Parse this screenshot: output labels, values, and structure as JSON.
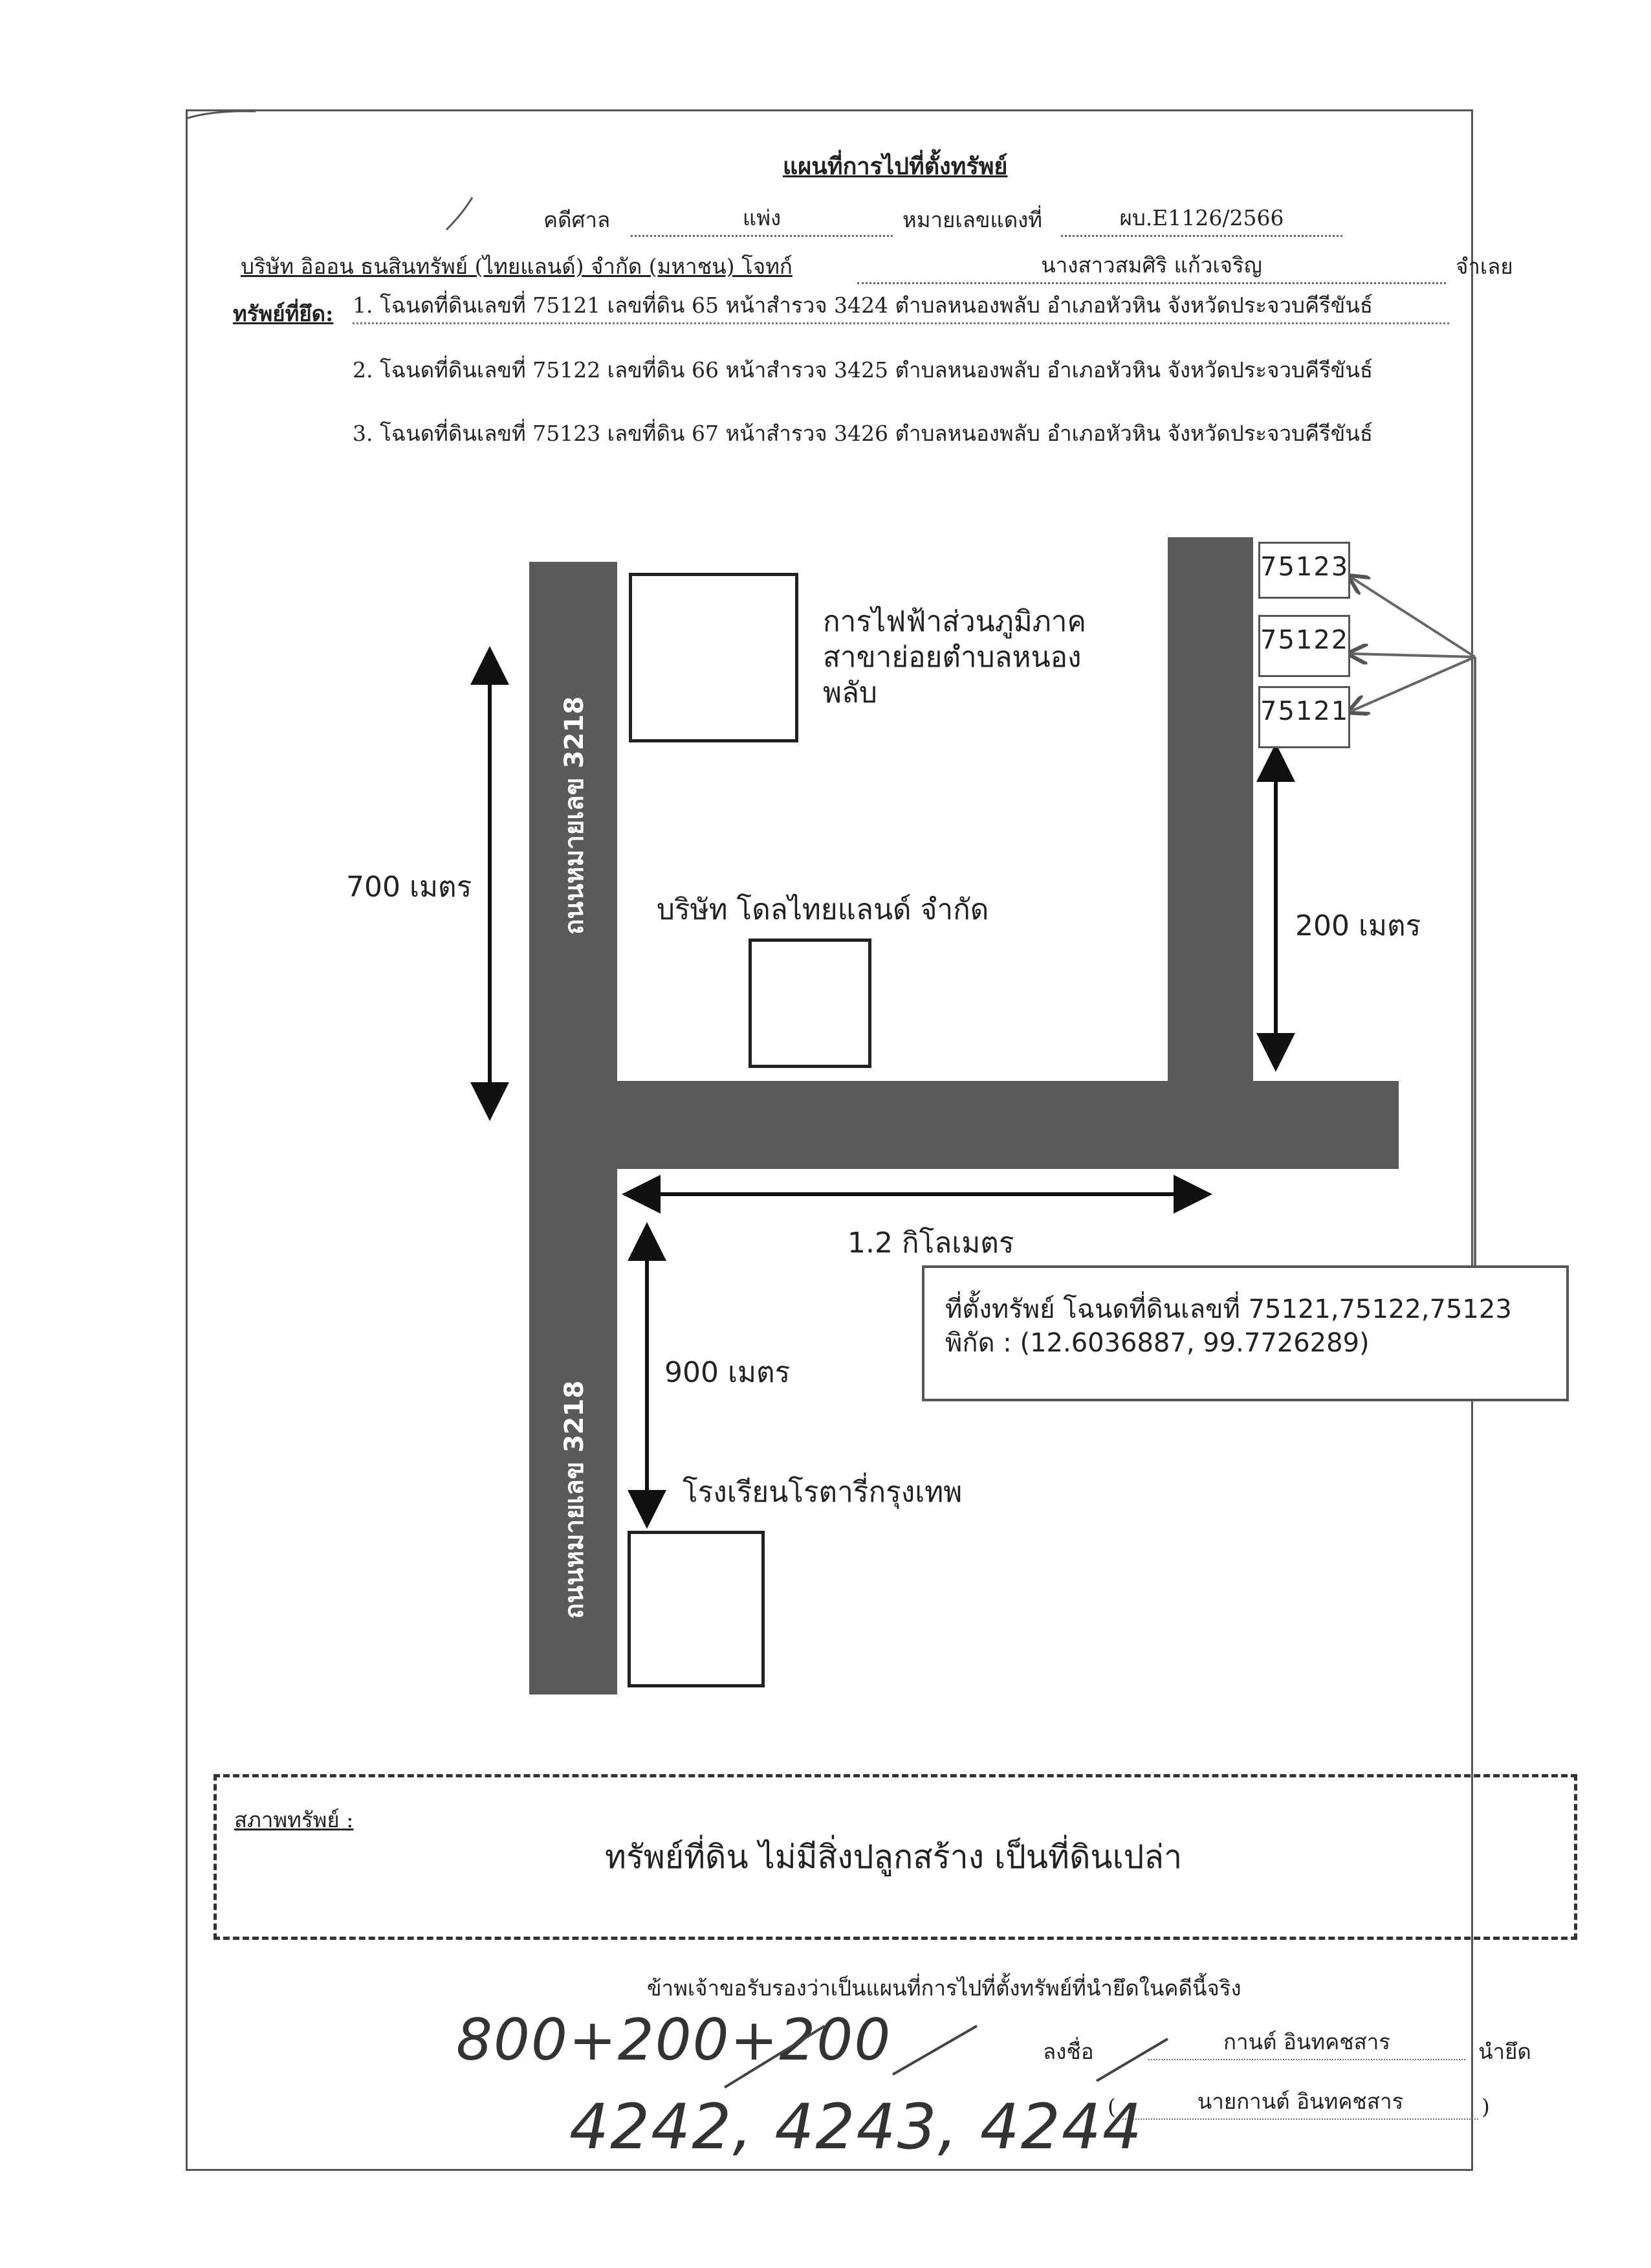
{
  "header": {
    "title": "แผนที่การไปที่ตั้งทรัพย์",
    "court_label": "คดีศาล",
    "court_value": "แพ่ง",
    "red_case_label": "หมายเลขแดงที่",
    "red_case_value": "ผบ.E1126/2566",
    "plaintiff": "บริษัท อิออน ธนสินทรัพย์ (ไทยแลนด์) จำกัด (มหาชน) โจทก์",
    "defendant_value": "นางสาวสมศิริ แก้วเจริญ",
    "defendant_label": "จำเลย",
    "seized_label": "ทรัพย์ที่ยึด:",
    "deeds": [
      "1. โฉนดที่ดินเลขที่ 75121 เลขที่ดิน 65 หน้าสำรวจ 3424 ตำบลหนองพลับ อำเภอหัวหิน จังหวัดประจวบคีรีขันธ์",
      "2. โฉนดที่ดินเลขที่ 75122 เลขที่ดิน 66 หน้าสำรวจ 3425 ตำบลหนองพลับ อำเภอหัวหิน จังหวัดประจวบคีรีขันธ์",
      "3. โฉนดที่ดินเลขที่ 75123 เลขที่ดิน 67 หน้าสำรวจ 3426 ตำบลหนองพลับ อำเภอหัวหิน จังหวัดประจวบคีรีขันธ์"
    ]
  },
  "map": {
    "road_name": "ถนนหมายเลข 3218",
    "electricity_office": [
      "การไฟฟ้าส่วนภูมิภาค",
      "สาขาย่อยตำบลหนอง",
      "พลับ"
    ],
    "company": "บริษัท โดลไทยแลนด์ จำกัด",
    "school": "โรงเรียนโรตารี่กรุงเทพ",
    "dist_700": "700 เมตร",
    "dist_200": "200 เมตร",
    "dist_1200": "1.2 กิโลเมตร",
    "dist_900": "900 เมตร",
    "parcels": [
      "75123",
      "75122",
      "75121"
    ],
    "location_line1": "ที่ตั้งทรัพย์ โฉนดที่ดินเลขที่ 75121,75122,75123",
    "location_line2": "พิกัด : (12.6036887, 99.7726289)"
  },
  "condition": {
    "label": "สภาพทรัพย์ :",
    "value": "ทรัพย์ที่ดิน ไม่มีสิ่งปลูกสร้าง เป็นที่ดินเปล่า"
  },
  "footer": {
    "certify": "ข้าพเจ้าขอรับรองว่าเป็นแผนที่การไปที่ตั้งทรัพย์ที่นำยึดในคดีนี้จริง",
    "sign_label": "ลงชื่อ",
    "signer_signature": "กานต์ อินทคชสาร",
    "role": "นำยึด",
    "open_paren": "(",
    "signer_name": "นายกานต์ อินทคชสาร",
    "close_paren": ")"
  },
  "handwriting": {
    "line1": "800+200+200",
    "line2": "4242, 4243, 4244"
  }
}
